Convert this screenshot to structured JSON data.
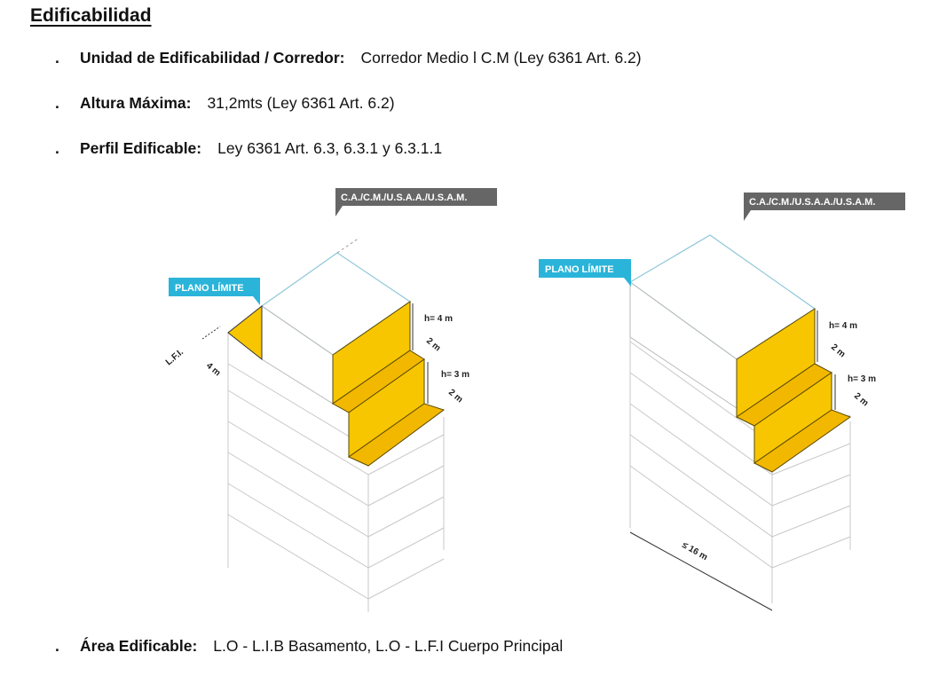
{
  "heading": "Edificabilidad",
  "items": [
    {
      "bullet": ".",
      "label": "Unidad de Edificabilidad / Corredor:",
      "value": "Corredor Medio l C.M (Ley 6361 Art. 6.2)"
    },
    {
      "bullet": ".",
      "label": "Altura Máxima:",
      "value": "31,2mts (Ley 6361 Art. 6.2)"
    },
    {
      "bullet": ".",
      "label": "Perfil Edificable:",
      "value": "Ley 6361 Art. 6.3, 6.3.1 y 6.3.1.1"
    },
    {
      "bullet": ".",
      "label": "Área Edificable:",
      "value": "L.O - L.I.B Basamento, L.O - L.F.I Cuerpo Principal"
    }
  ],
  "diagram_left": {
    "tag_zones": "C.A./C.M./U.S.A.A./U.S.A.M.",
    "tag_plano": "PLANO LÍMITE",
    "dim_h1": "h= 4 m",
    "dim_d1": "2 m",
    "dim_h2": "h= 3 m",
    "dim_d2": "2 m",
    "dim_lfi": "L.F.I.",
    "dim_4m": "4 m"
  },
  "diagram_right": {
    "tag_zones": "C.A./C.M./U.S.A.A./U.S.A.M.",
    "tag_plano": "PLANO LÍMITE",
    "dim_h1": "h= 4 m",
    "dim_d1": "2 m",
    "dim_h2": "h= 3 m",
    "dim_d2": "2 m",
    "dim_base": "≤ 16 m"
  },
  "colors": {
    "yellow": "#f7c600",
    "cyan_tag": "#2ab4d9",
    "gray_tag": "#666666"
  }
}
